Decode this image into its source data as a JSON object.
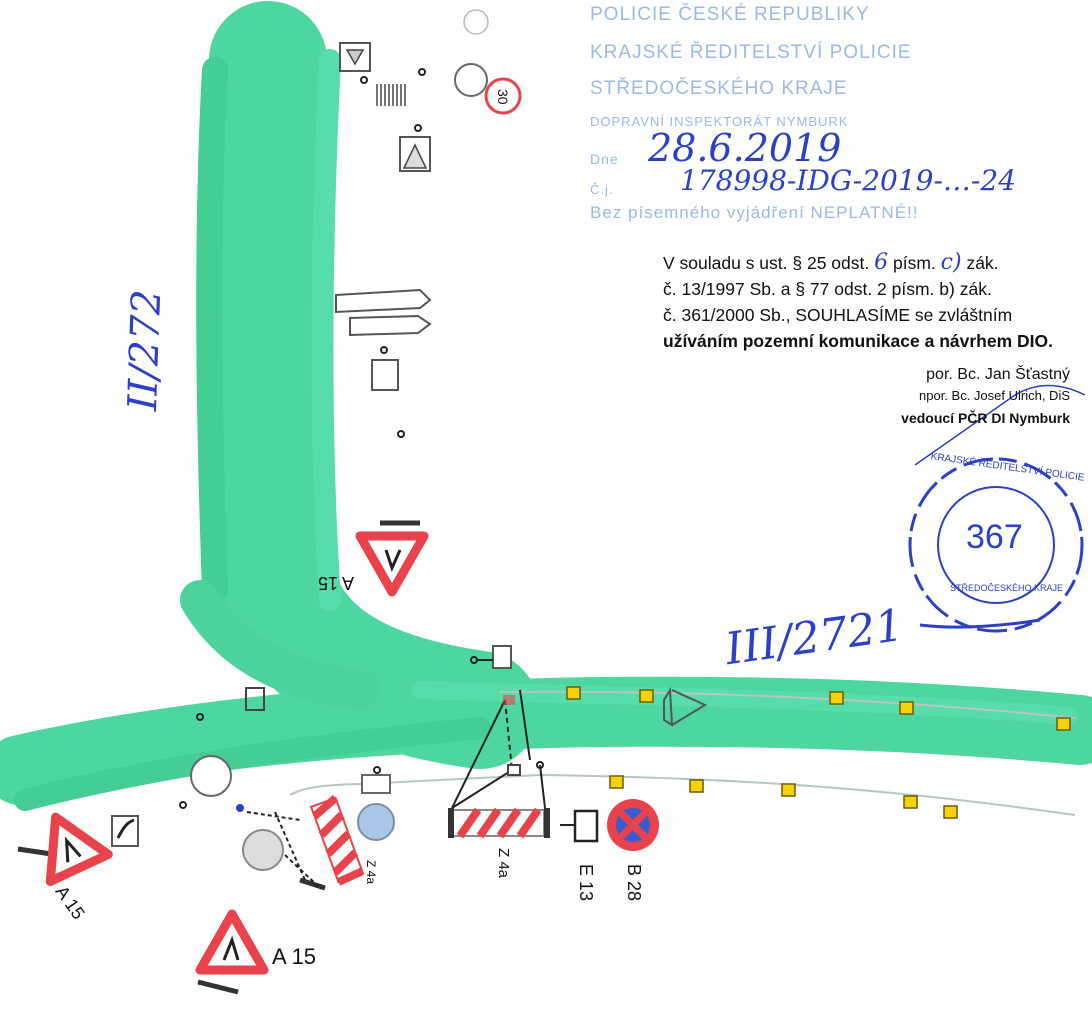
{
  "stamp": {
    "lines": [
      "POLICIE ČESKÉ REPUBLIKY",
      "KRAJSKÉ ŘEDITELSTVÍ POLICIE",
      "STŘEDOČESKÉHO KRAJE",
      "DOPRAVNÍ INSPEKTORÁT NYMBURK",
      "Dne",
      "Č.j.",
      "Bez písemného vyjádření NEPLATNÉ!!"
    ],
    "date": "28.6.2019",
    "ref_no": "178998-IDG-2019-…-24"
  },
  "consent": {
    "line1_prefix": "V souladu s ust. § 25 odst.",
    "odst_value": "6",
    "pism_label": "písm.",
    "pism_value": "c)",
    "line1_suffix": "zák.",
    "line2": "č. 13/1997 Sb. a § 77 odst. 2 písm. b) zák.",
    "line3": "č. 361/2000 Sb., SOUHLASÍME se zvláštním",
    "line4": "užíváním pozemní komunikace a návrhem DIO."
  },
  "signatures": {
    "name1": "por. Bc. Jan Šťastný",
    "name2": "npor. Bc. Josef Ulrich, DiS",
    "title": "vedoucí PČR DI Nymburk"
  },
  "seal": {
    "number": "367",
    "outer_text": "KRAJSKÉ ŘEDITELSTVÍ POLICIE",
    "inner_text": "STŘEDOČESKÉHO KRAJE"
  },
  "roads": {
    "vertical_label": "II/272",
    "horizontal_label": "III/2721"
  },
  "signs": {
    "a15_rotated": "A 15",
    "a15_left": "A 15",
    "a15_bottom": "A 15",
    "z4a_left": "Z 4a",
    "z4a_right": "Z 4a",
    "e13": "E 13",
    "b28": "B 28",
    "speed_limit": "30"
  },
  "colors": {
    "road_highlight": "#3fd39a",
    "stamp_text": "#9db8e6",
    "ink": "#2d3fc4",
    "warning_red": "#e8424a",
    "beacon_yellow": "#f5d20a"
  }
}
